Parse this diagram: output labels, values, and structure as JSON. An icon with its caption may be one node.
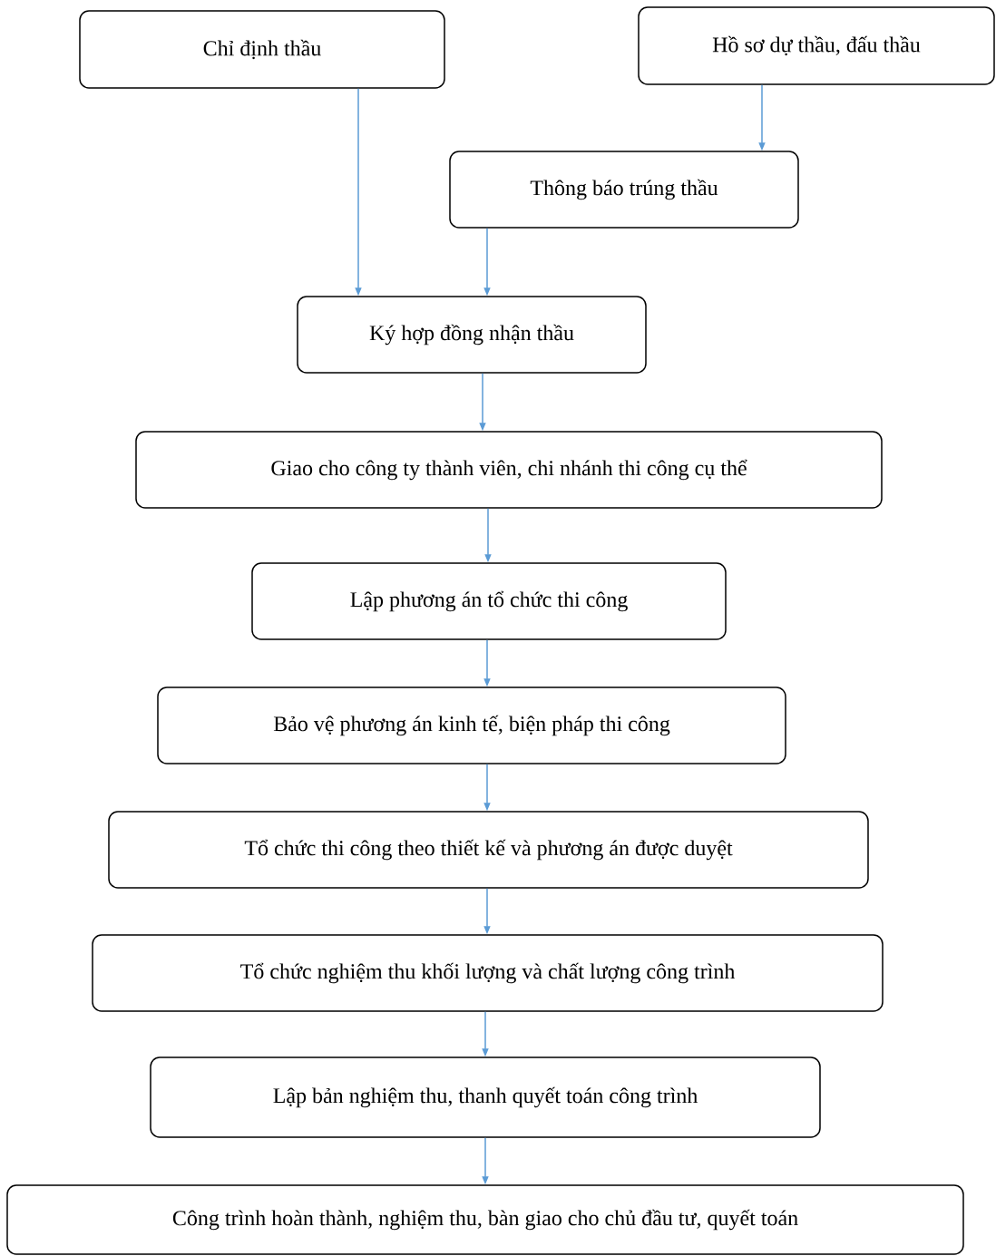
{
  "diagram": {
    "nodes": [
      {
        "text": [
          "Chỉ định thầu"
        ]
      },
      {
        "text": [
          "Hồ sơ dự thầu, đấu thầu"
        ]
      },
      {
        "text": [
          "Thông báo trúng thầu"
        ]
      },
      {
        "text": [
          "Ký hợp đồng nhận thầu"
        ]
      },
      {
        "text": [
          "Giao cho công ty thành viên, chi nhánh thi công cụ thể"
        ]
      },
      {
        "text": [
          "Lập phương án tổ chức thi công"
        ]
      },
      {
        "text": [
          "Bảo vệ phương án kinh tế, biện pháp thi công"
        ]
      },
      {
        "text": [
          "Tổ chức thi công theo thiết kế và phương án được duyệt"
        ]
      },
      {
        "text": [
          "Tổ chức nghiệm thu khối lượng và chất lượng công trình"
        ]
      },
      {
        "text": [
          "Lập bản nghiệm thu, thanh quyết toán công trình"
        ]
      },
      {
        "text": [
          "Công trình hoàn thành, nghiệm thu, bàn giao cho chủ đầu tư, quyết toán"
        ]
      }
    ],
    "edges": [
      {
        "from": 0,
        "to": 3,
        "arrow": "to"
      },
      {
        "from": 1,
        "to": 2,
        "arrow": "to"
      },
      {
        "from": 2,
        "to": 3,
        "arrow": "to"
      },
      {
        "from": 3,
        "to": 4,
        "arrow": "to"
      },
      {
        "from": 4,
        "to": 5,
        "arrow": "to"
      },
      {
        "from": 5,
        "to": 6,
        "arrow": "to"
      },
      {
        "from": 6,
        "to": 7,
        "arrow": "to"
      },
      {
        "from": 7,
        "to": 8,
        "arrow": "to"
      },
      {
        "from": 8,
        "to": 9,
        "arrow": "to"
      },
      {
        "from": 9,
        "to": 10,
        "arrow": "to"
      }
    ]
  }
}
